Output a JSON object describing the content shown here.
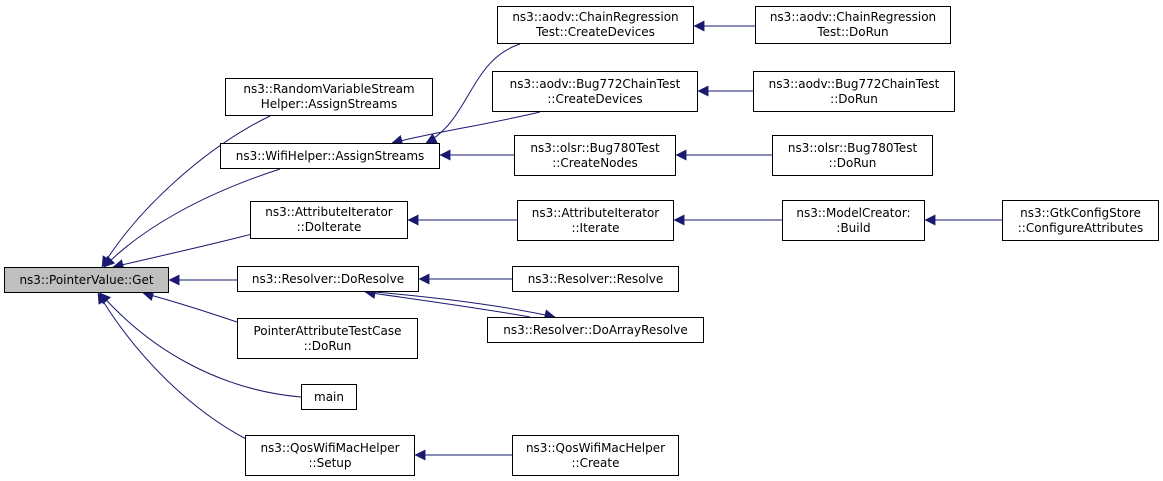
{
  "colors": {
    "edge": "#191970",
    "root_fill": "#bfbfbf",
    "node_fill": "#ffffff",
    "border": "#000000"
  },
  "nodes": {
    "pointervalue_get": {
      "lines": [
        "ns3::PointerValue::Get"
      ]
    },
    "random_variable_stream_helper": {
      "lines": [
        "ns3::RandomVariableStream",
        "Helper::AssignStreams"
      ]
    },
    "wifihelper_assignstreams": {
      "lines": [
        "ns3::WifiHelper::AssignStreams"
      ]
    },
    "attributeiterator_doiterate": {
      "lines": [
        "ns3::AttributeIterator",
        "::DoIterate"
      ]
    },
    "resolver_doresolve": {
      "lines": [
        "ns3::Resolver::DoResolve"
      ]
    },
    "pointerattributetestcase_dorun": {
      "lines": [
        "PointerAttributeTestCase",
        "::DoRun"
      ]
    },
    "main": {
      "lines": [
        "main"
      ]
    },
    "qoswifimachelper_setup": {
      "lines": [
        "ns3::QosWifiMacHelper",
        "::Setup"
      ]
    },
    "chainregression_createdevices": {
      "lines": [
        "ns3::aodv::ChainRegression",
        "Test::CreateDevices"
      ]
    },
    "bug772_createdevices": {
      "lines": [
        "ns3::aodv::Bug772ChainTest",
        "::CreateDevices"
      ]
    },
    "bug780_createnodes": {
      "lines": [
        "ns3::olsr::Bug780Test",
        "::CreateNodes"
      ]
    },
    "attributeiterator_iterate": {
      "lines": [
        "ns3::AttributeIterator",
        "::Iterate"
      ]
    },
    "resolver_resolve": {
      "lines": [
        "ns3::Resolver::Resolve"
      ]
    },
    "resolver_doarrayresolve": {
      "lines": [
        "ns3::Resolver::DoArrayResolve"
      ]
    },
    "qoswifimachelper_create": {
      "lines": [
        "ns3::QosWifiMacHelper",
        "::Create"
      ]
    },
    "chainregression_dorun": {
      "lines": [
        "ns3::aodv::ChainRegression",
        "Test::DoRun"
      ]
    },
    "bug772_dorun": {
      "lines": [
        "ns3::aodv::Bug772ChainTest",
        "::DoRun"
      ]
    },
    "bug780_dorun": {
      "lines": [
        "ns3::olsr::Bug780Test",
        "::DoRun"
      ]
    },
    "modelcreator_build": {
      "lines": [
        "ns3::ModelCreator:",
        ":Build"
      ]
    },
    "gtkconfigstore_configureattributes": {
      "lines": [
        "ns3::GtkConfigStore",
        "::ConfigureAttributes"
      ]
    }
  },
  "edges": [
    {
      "from": "random_variable_stream_helper",
      "to": "pointervalue_get"
    },
    {
      "from": "wifihelper_assignstreams",
      "to": "pointervalue_get"
    },
    {
      "from": "attributeiterator_doiterate",
      "to": "pointervalue_get"
    },
    {
      "from": "resolver_doresolve",
      "to": "pointervalue_get"
    },
    {
      "from": "pointerattributetestcase_dorun",
      "to": "pointervalue_get"
    },
    {
      "from": "main",
      "to": "pointervalue_get"
    },
    {
      "from": "qoswifimachelper_setup",
      "to": "pointervalue_get"
    },
    {
      "from": "chainregression_createdevices",
      "to": "wifihelper_assignstreams"
    },
    {
      "from": "bug772_createdevices",
      "to": "wifihelper_assignstreams"
    },
    {
      "from": "bug780_createnodes",
      "to": "wifihelper_assignstreams"
    },
    {
      "from": "chainregression_dorun",
      "to": "chainregression_createdevices"
    },
    {
      "from": "bug772_dorun",
      "to": "bug772_createdevices"
    },
    {
      "from": "bug780_dorun",
      "to": "bug780_createnodes"
    },
    {
      "from": "attributeiterator_iterate",
      "to": "attributeiterator_doiterate"
    },
    {
      "from": "modelcreator_build",
      "to": "attributeiterator_iterate"
    },
    {
      "from": "gtkconfigstore_configureattributes",
      "to": "modelcreator_build"
    },
    {
      "from": "resolver_resolve",
      "to": "resolver_doresolve"
    },
    {
      "from": "resolver_doarrayresolve",
      "to": "resolver_doresolve"
    },
    {
      "from": "resolver_doresolve",
      "to": "resolver_doarrayresolve"
    },
    {
      "from": "qoswifimachelper_create",
      "to": "qoswifimachelper_setup"
    }
  ]
}
